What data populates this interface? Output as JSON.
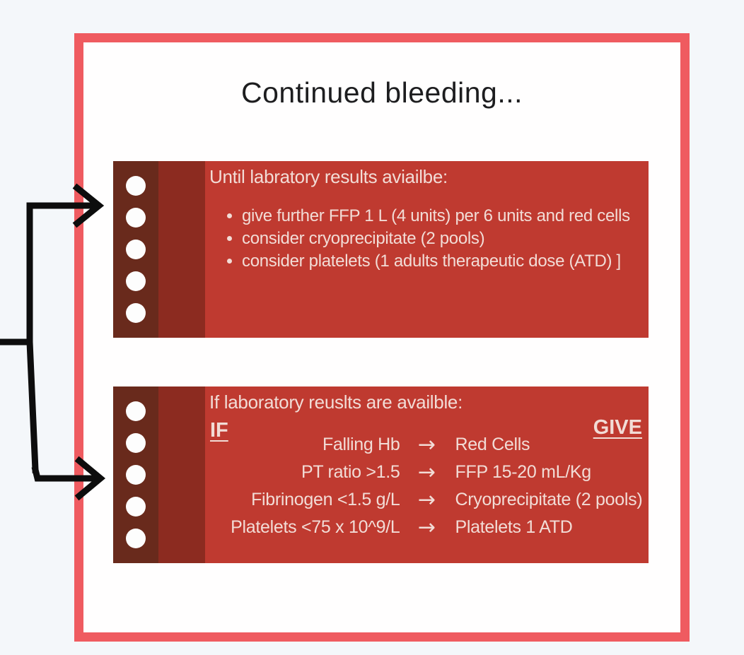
{
  "page": {
    "title": "Continued bleeding..."
  },
  "colors": {
    "outer_background": "#f4f7fa",
    "frame_background": "#fffefe",
    "frame_border": "#ef5b60",
    "panel_red": "#bf3a30",
    "panel_margin_band": "#8c2b20",
    "panel_binding_strip": "#692a1c",
    "panel_text": "#f2dcd6",
    "title_text": "#1d1d1f",
    "connector_arrow": "#0d0d0d"
  },
  "icons": {
    "arrow_glyph": "→"
  },
  "panel_until": {
    "header": "Until labratory results aviailbe:",
    "bullets": [
      "give further FFP 1 L (4 units) per 6 units and red cells",
      "consider cryoprecipitate (2 pools)",
      "consider platelets (1 adults therapeutic dose (ATD) ]"
    ]
  },
  "panel_if": {
    "header": "If laboratory reuslts are availble:",
    "if_label": "IF",
    "give_label": "GIVE",
    "rows": [
      {
        "condition": "Falling Hb",
        "result": "Red Cells"
      },
      {
        "condition": "PT ratio >1.5",
        "result": "FFP 15-20 mL/Kg"
      },
      {
        "condition": "Fibrinogen <1.5 g/L",
        "result": "Cryoprecipitate (2 pools)"
      },
      {
        "condition": "Platelets <75 x 10^9/L",
        "result": "Platelets 1 ATD"
      }
    ]
  }
}
